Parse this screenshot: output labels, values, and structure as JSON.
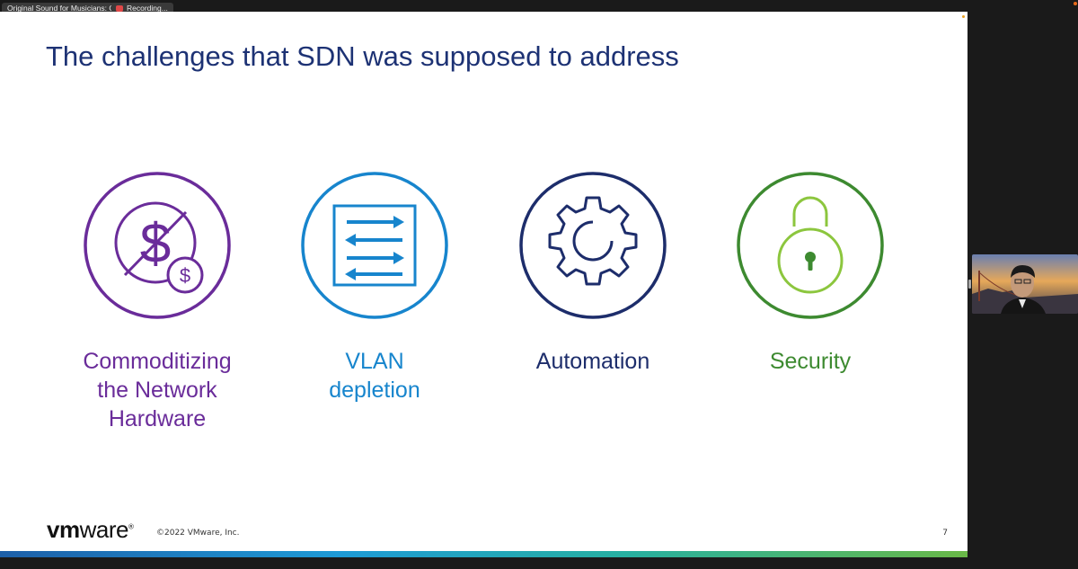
{
  "top_bar": {
    "sound_label": "Original Sound for Musicians: Off",
    "recording_label": "Recording..."
  },
  "slide": {
    "title": "The challenges that SDN was supposed to address",
    "challenges": [
      {
        "label": "Commoditizing\nthe Network\nHardware",
        "icon": "no-dollar-icon",
        "color": "#6a2c9a"
      },
      {
        "label": "VLAN\ndepletion",
        "icon": "arrows-list-icon",
        "color": "#1785cd"
      },
      {
        "label": "Automation",
        "icon": "gear-icon",
        "color": "#1d2d6b"
      },
      {
        "label": "Security",
        "icon": "padlock-icon",
        "color": "#3d8a30"
      }
    ],
    "footer": {
      "logo_vm": "vm",
      "logo_ware": "ware",
      "logo_reg": "®",
      "copyright": "©2022 VMware, Inc.",
      "page_number": "7"
    }
  }
}
